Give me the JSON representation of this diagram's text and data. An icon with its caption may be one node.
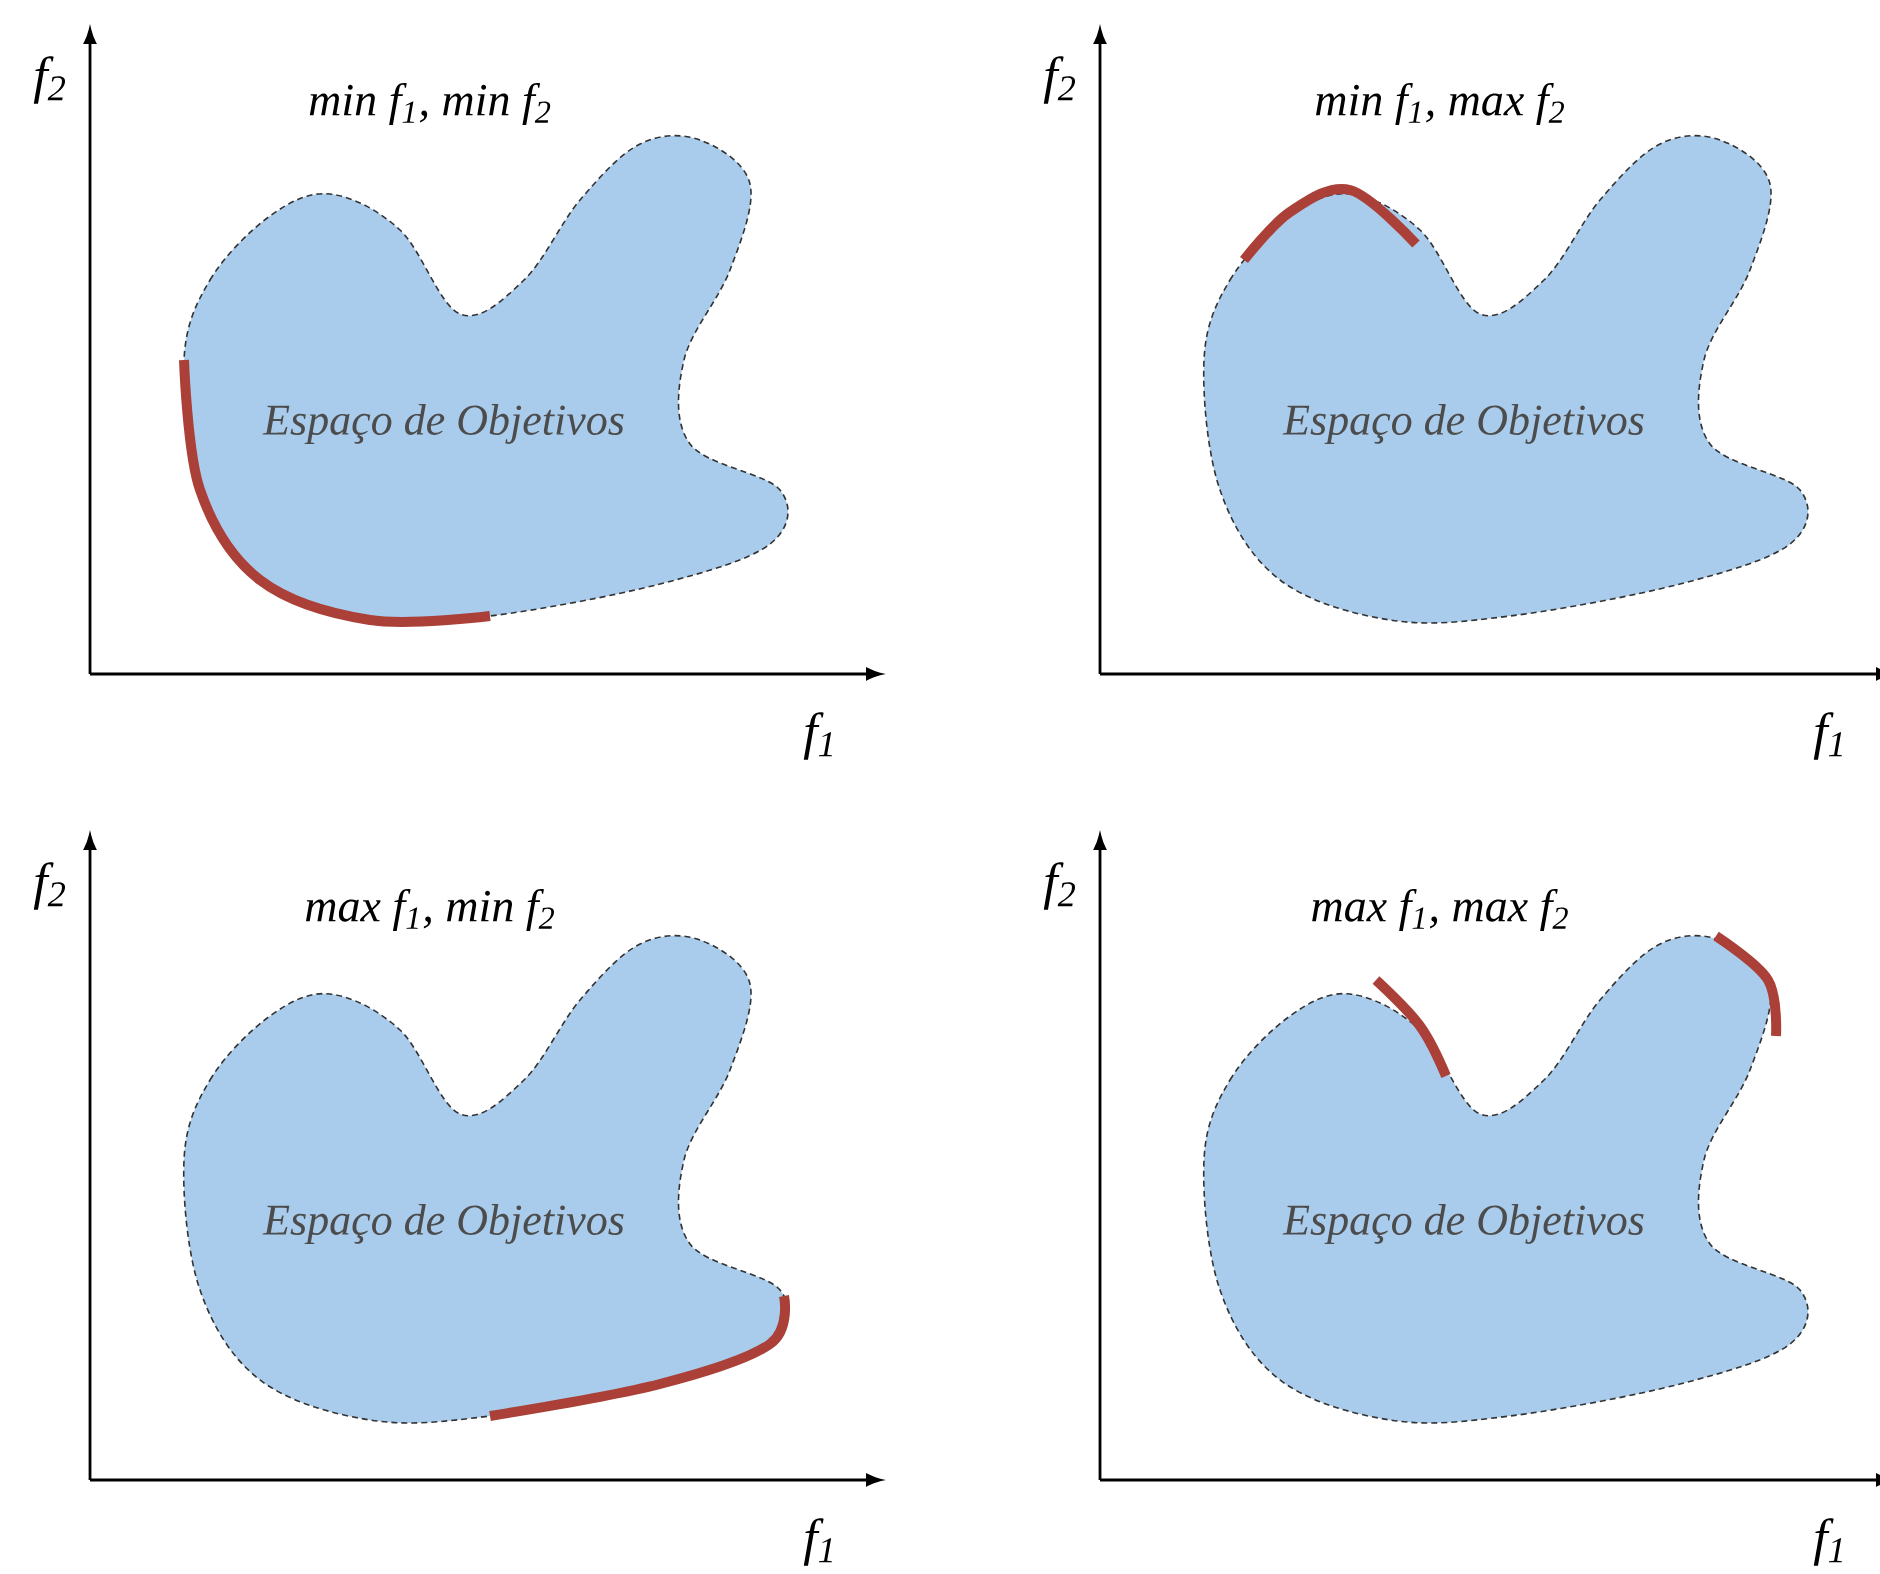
{
  "diagram": {
    "nodes": [
      {
        "text": [
          "Espaço de Objetivos"
        ]
      },
      {
        "text": [
          "Espaço de Objetivos"
        ]
      },
      {
        "text": [
          "Espaço de Objetivos"
        ]
      },
      {
        "text": [
          "Espaço de Objetivos"
        ]
      }
    ],
    "labels": [
      "f$_{2}$",
      "min f$_{1}$, min f$_{2}$",
      "f$_{1}$",
      "f$_{2}$",
      "min f$_{1}$, max f$_{2}$",
      "f$_{1}$",
      "f$_{2}$",
      "max f$_{1}$, min f$_{2}$",
      "f$_{1}$",
      "f$_{2}$",
      "max f$_{1}$, max f$_{2}$",
      "f$_{1}$"
    ]
  }
}
